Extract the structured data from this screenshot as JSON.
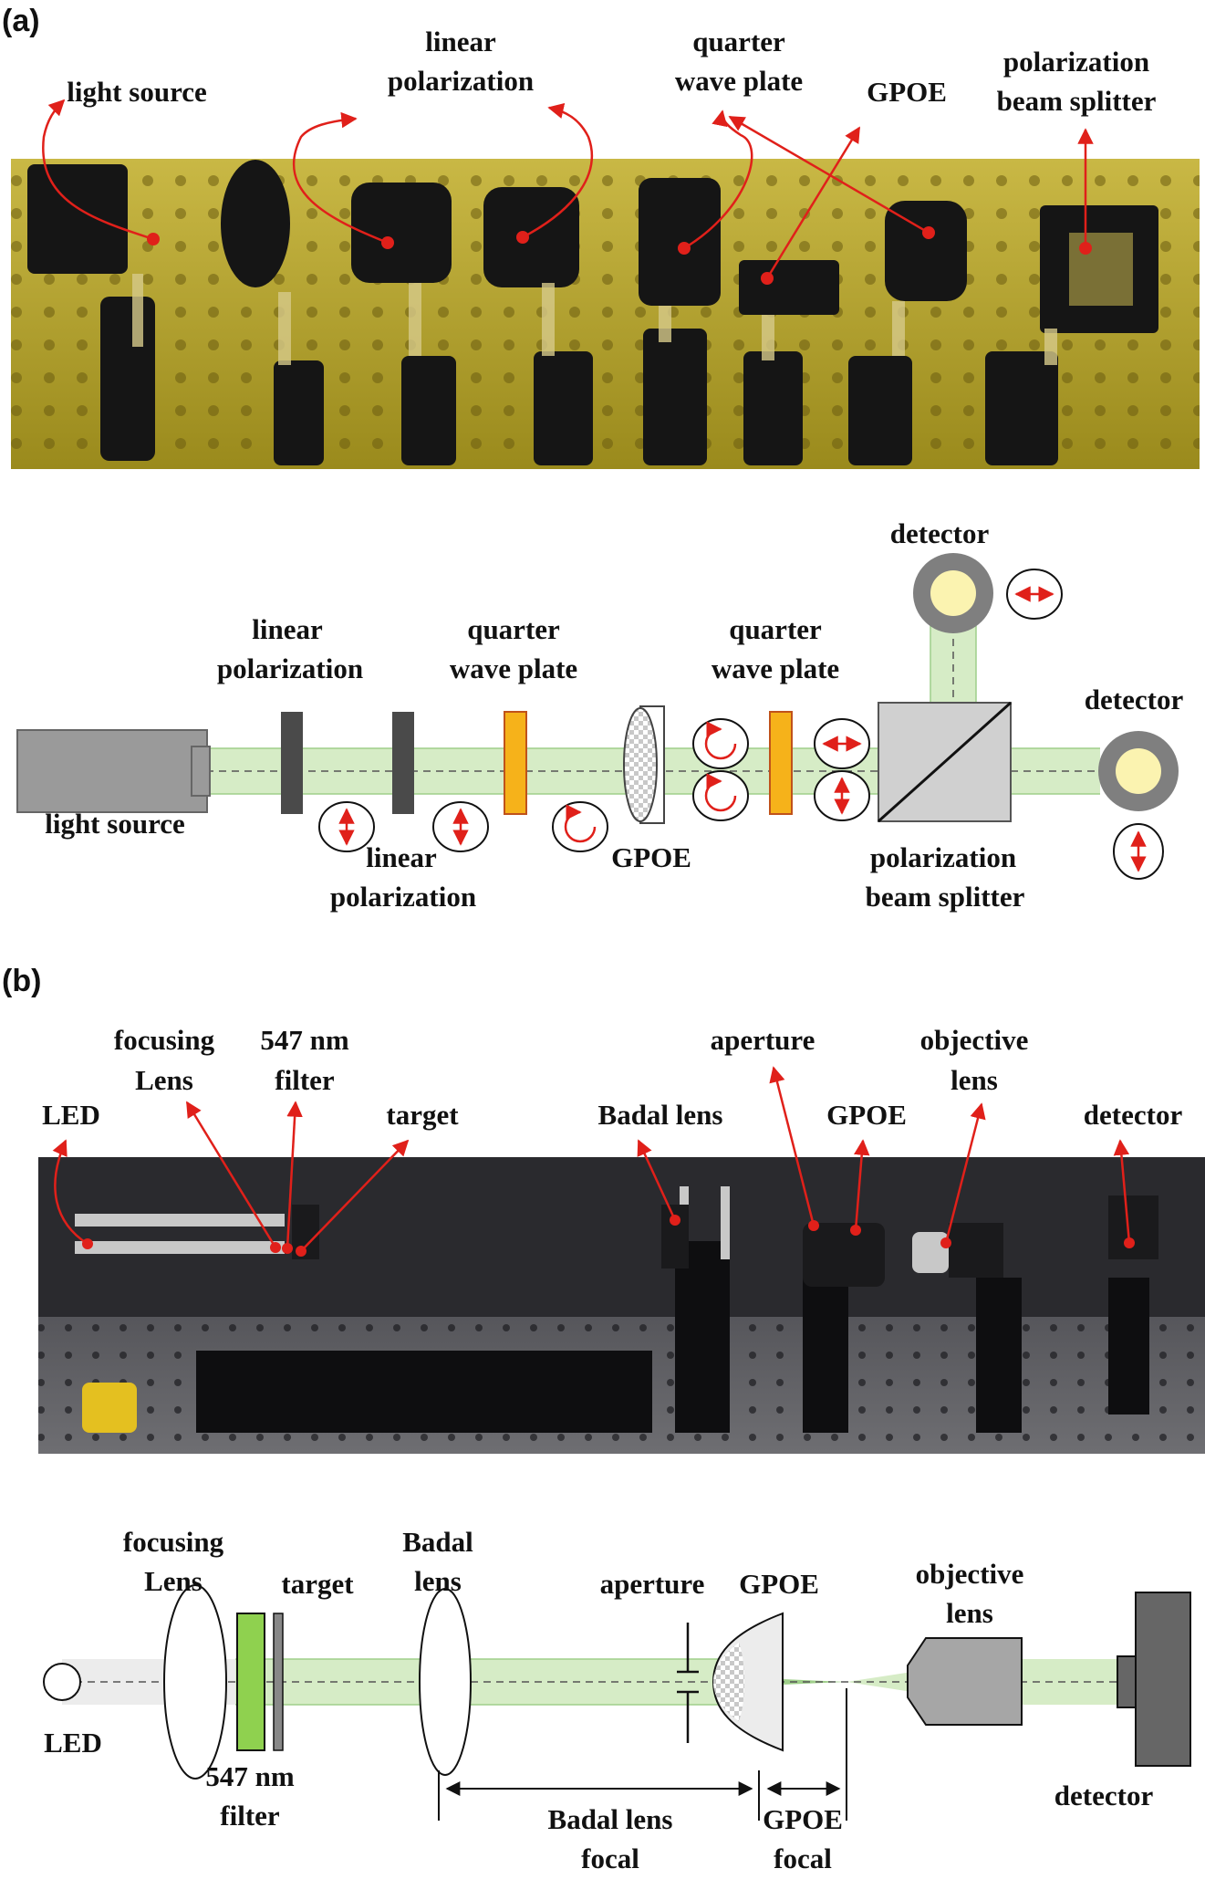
{
  "panel_a": {
    "label": "(a)",
    "photo_labels": {
      "light_source": "light source",
      "linear_polarization": [
        "linear",
        "polarization"
      ],
      "quarter_wave_plate": [
        "quarter",
        "wave plate"
      ],
      "gpoe": "GPOE",
      "pbs": [
        "polarization",
        "beam splitter"
      ]
    },
    "schematic_labels": {
      "linear_polarization_top": [
        "linear",
        "polarization"
      ],
      "quarter_wave_plate_1": [
        "quarter",
        "wave plate"
      ],
      "quarter_wave_plate_2": [
        "quarter",
        "wave plate"
      ],
      "detector_top": "detector",
      "detector_right": "detector",
      "light_source": "light source",
      "linear_polarization_bottom": [
        "linear",
        "polarization"
      ],
      "gpoe": "GPOE",
      "pbs": [
        "polarization",
        "beam splitter"
      ]
    }
  },
  "panel_b": {
    "label": "(b)",
    "photo_labels": {
      "led": "LED",
      "focusing_lens": [
        "focusing",
        "Lens"
      ],
      "filter": [
        "547 nm",
        "filter"
      ],
      "target": "target",
      "badal_lens": "Badal lens",
      "aperture": "aperture",
      "gpoe": "GPOE",
      "objective_lens": [
        "objective",
        "lens"
      ],
      "detector": "detector"
    },
    "schematic_labels": {
      "focusing_lens": [
        "focusing",
        "Lens"
      ],
      "target": "target",
      "badal_lens": [
        "Badal",
        "lens"
      ],
      "aperture": "aperture",
      "gpoe": "GPOE",
      "objective_lens": [
        "objective",
        "lens"
      ],
      "led": "LED",
      "filter": [
        "547 nm",
        "filter"
      ],
      "badal_focal": [
        "Badal lens",
        "focal"
      ],
      "gpoe_focal": [
        "GPOE",
        "focal"
      ],
      "detector": "detector"
    }
  },
  "colors": {
    "beam": "#d6ecc6",
    "photo_a_tint": "#b9a52a",
    "photo_b_dark": "#2a2a2e",
    "pointer": "#e0201a",
    "quarter_wave_plate": "#f6b21a",
    "polarizer": "#4a4a4a",
    "filter_green": "#8fd14f",
    "detector_ring": "#7f7f7f",
    "detector_core": "#fbf3b0"
  }
}
